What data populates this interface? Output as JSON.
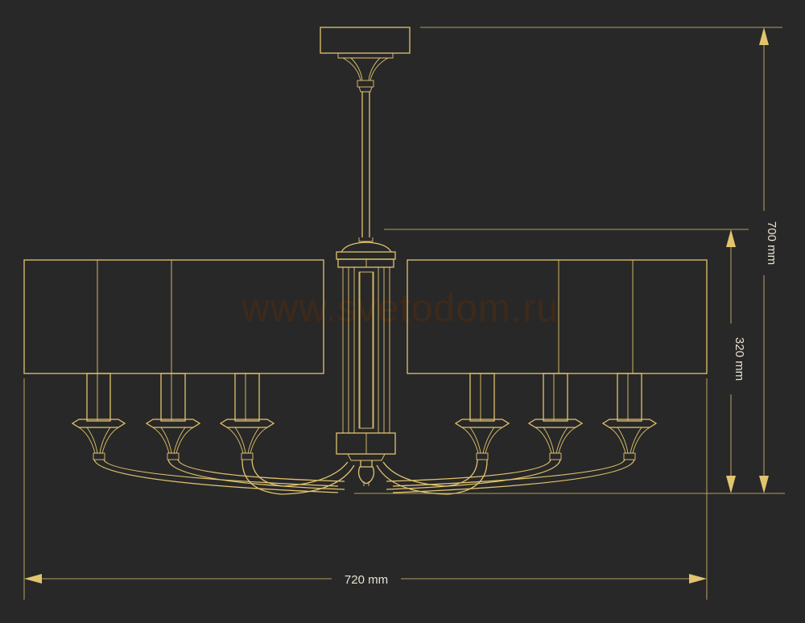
{
  "colors": {
    "gold": "#e2c46e",
    "background": "#282828",
    "watermark": "#3e2a1a",
    "label": "#e8e2cf"
  },
  "watermark": "www.svetodom.ru",
  "dimensions": {
    "total_height": "700 mm",
    "shade_height": "320 mm",
    "width": "720 mm"
  }
}
